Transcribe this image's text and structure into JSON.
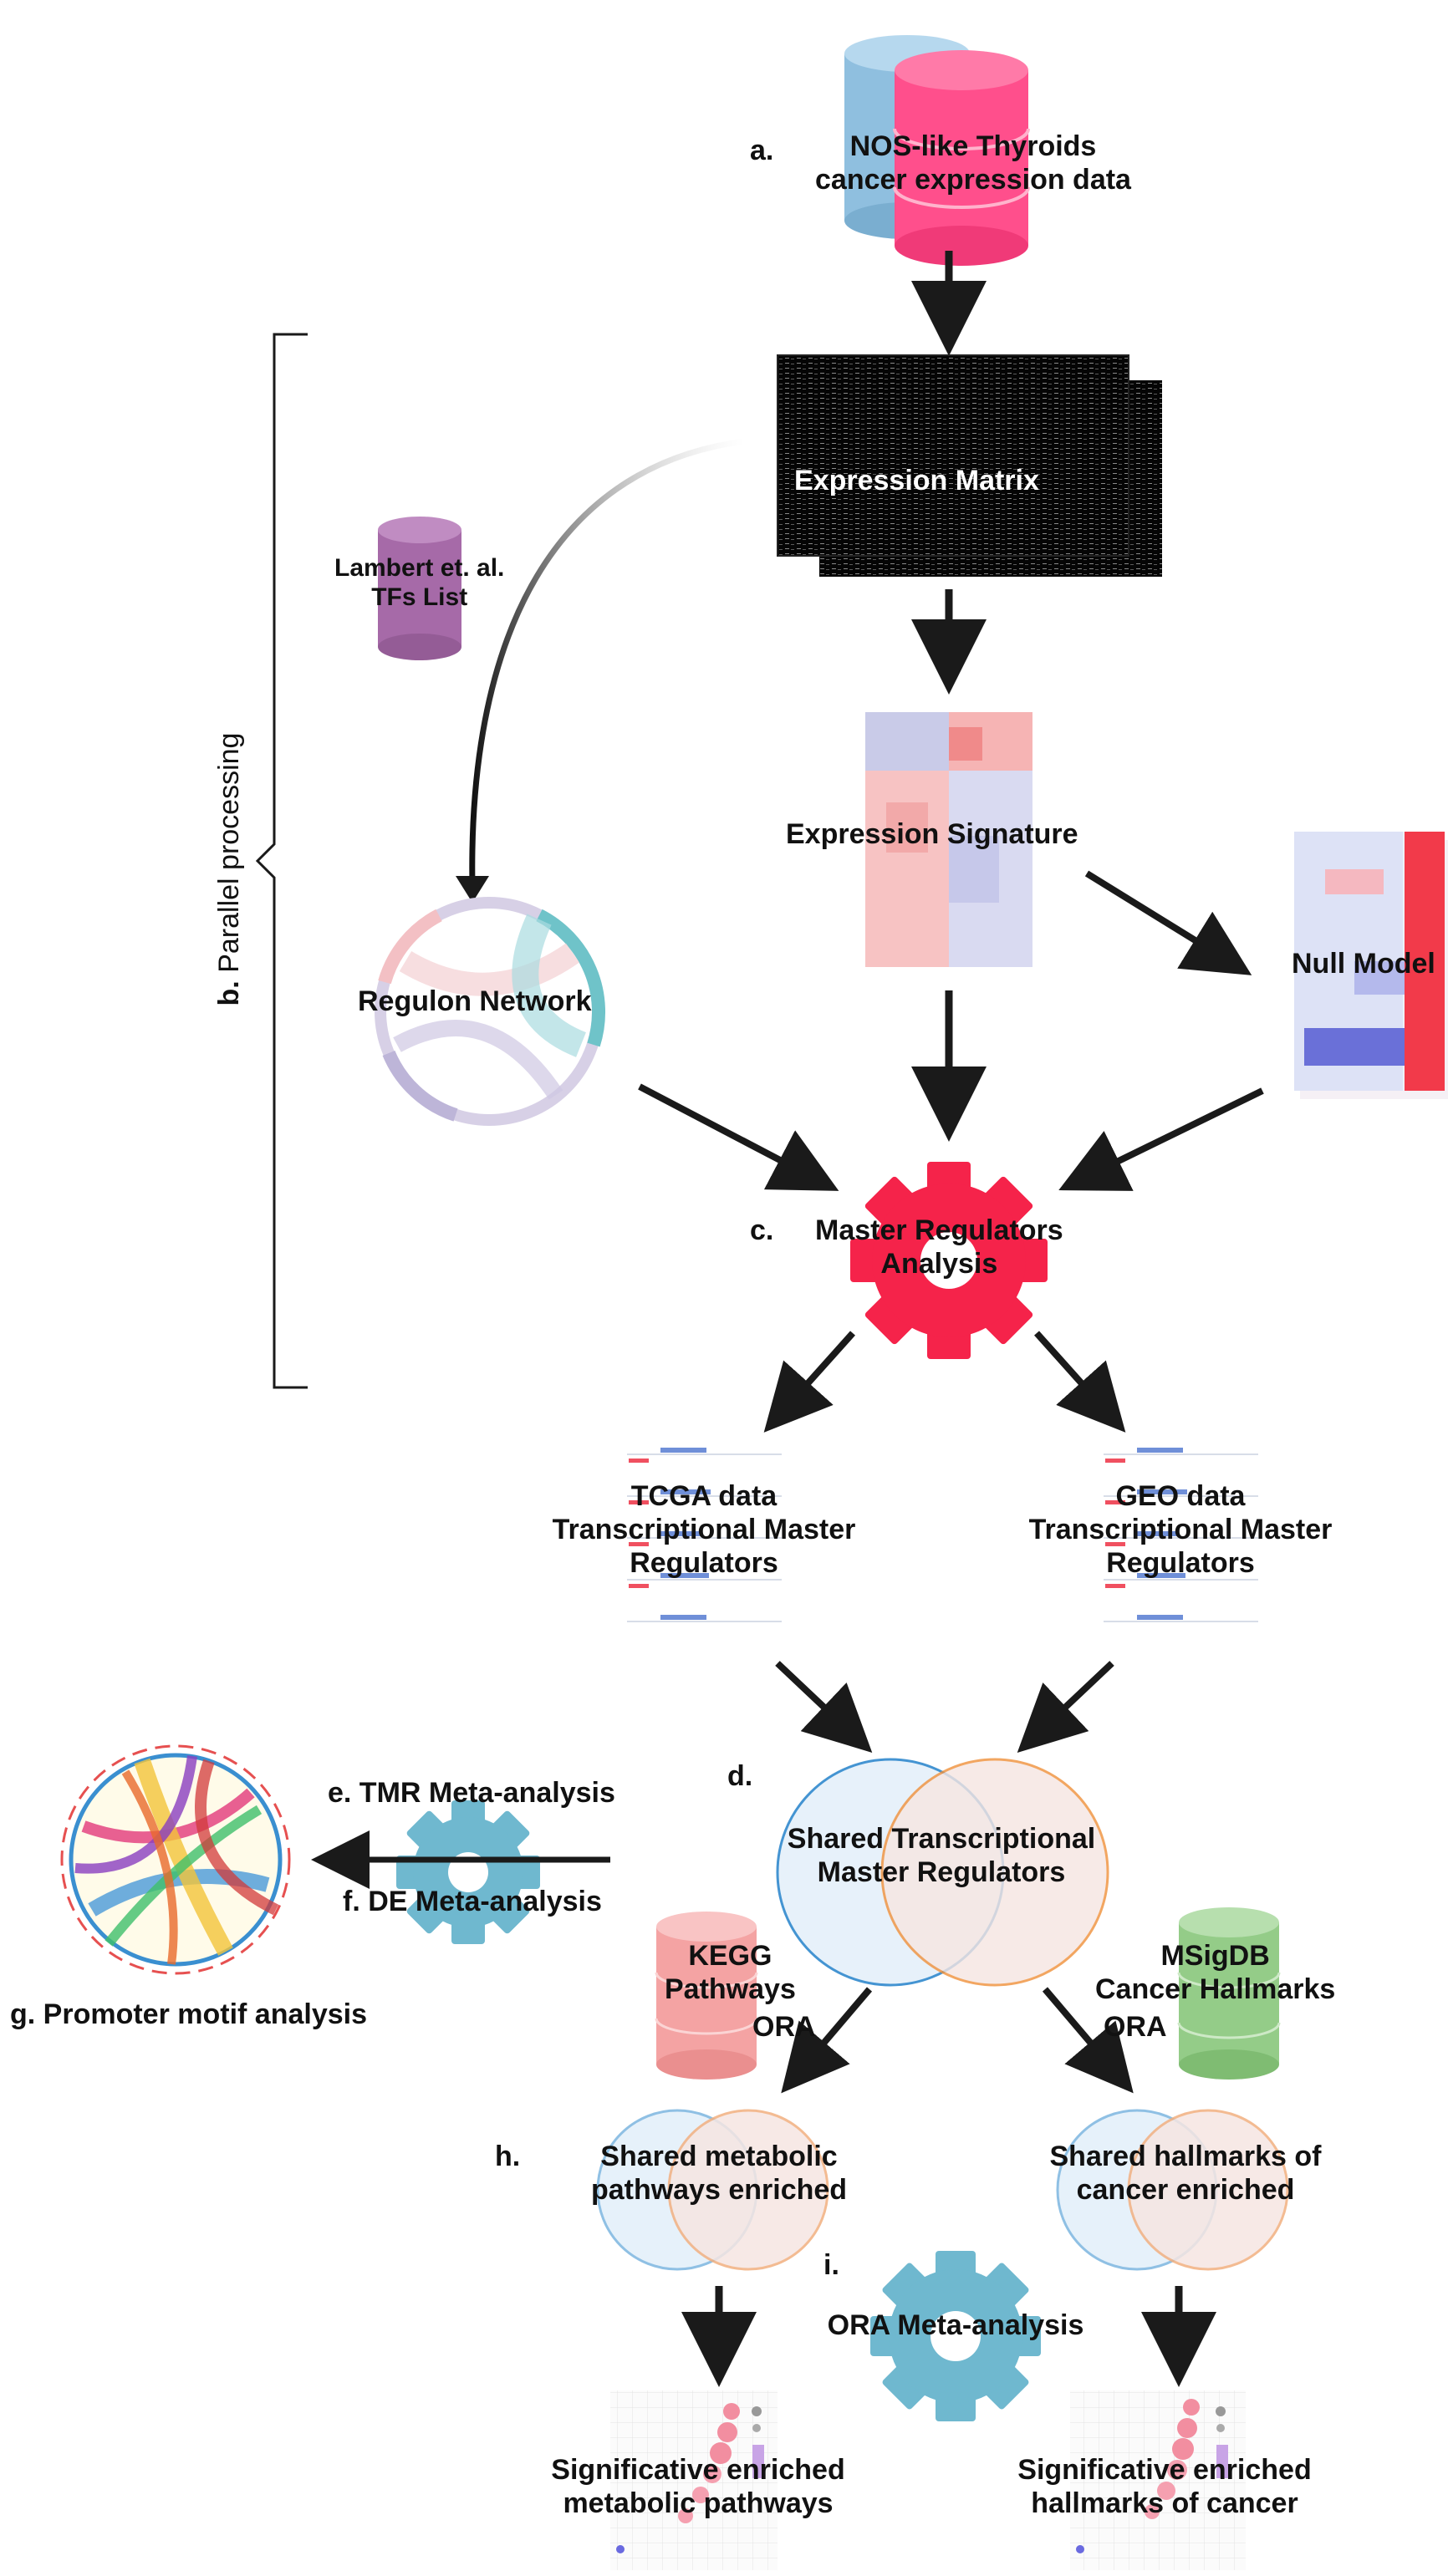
{
  "labels": {
    "step_a": "a.",
    "source_data": [
      "NOS-like Thyroids",
      "cancer expression data"
    ],
    "expression_matrix": "Expression Matrix",
    "tf_list": [
      "Lambert et. al.",
      "TFs List"
    ],
    "expression_signature": "Expression Signature",
    "null_model": "Null Model",
    "regulon_network": "Regulon Network",
    "step_b": "b.",
    "parallel_processing": "Parallel processing",
    "step_c": "c.",
    "master_regulators_analysis": [
      "Master Regulators",
      "Analysis"
    ],
    "tcga_tmr": [
      "TCGA data",
      "Transcriptional Master",
      "Regulators"
    ],
    "geo_tmr": [
      "GEO data",
      "Transcriptional Master",
      "Regulators"
    ],
    "step_d": "d.",
    "shared_tmr": [
      "Shared Transcriptional",
      "Master Regulators"
    ],
    "tmr_meta": "e. TMR Meta-analysis",
    "de_meta": "f. DE Meta-analysis",
    "promoter_motif": "g. Promoter motif analysis",
    "kegg": [
      "KEGG",
      "Pathways"
    ],
    "ora_left": "ORA",
    "msigdb": [
      "MSigDB",
      "Cancer Hallmarks"
    ],
    "ora_right": "ORA",
    "step_h": "h.",
    "shared_metabolic": [
      "Shared metabolic",
      "pathways enriched"
    ],
    "shared_hallmarks": [
      "Shared hallmarks of",
      "cancer enriched"
    ],
    "step_i": "i.",
    "ora_meta": "ORA Meta-analysis",
    "sig_metabolic": [
      "Significative enriched",
      "metabolic pathways"
    ],
    "sig_hallmarks": [
      "Significative enriched",
      "hallmarks of cancer"
    ]
  },
  "colors": {
    "pink": "#ff4f8c",
    "blue_db": "#8fbfdf",
    "purple_db": "#a66aa8",
    "red_gear": "#f5234a",
    "teal_gear": "#6fb8cf",
    "venn_blue": "#3a8fd0",
    "venn_orange": "#f0903a",
    "kegg_red": "#f4a3a3",
    "msig_green": "#94cc88",
    "arrow": "#1a1a1a"
  }
}
